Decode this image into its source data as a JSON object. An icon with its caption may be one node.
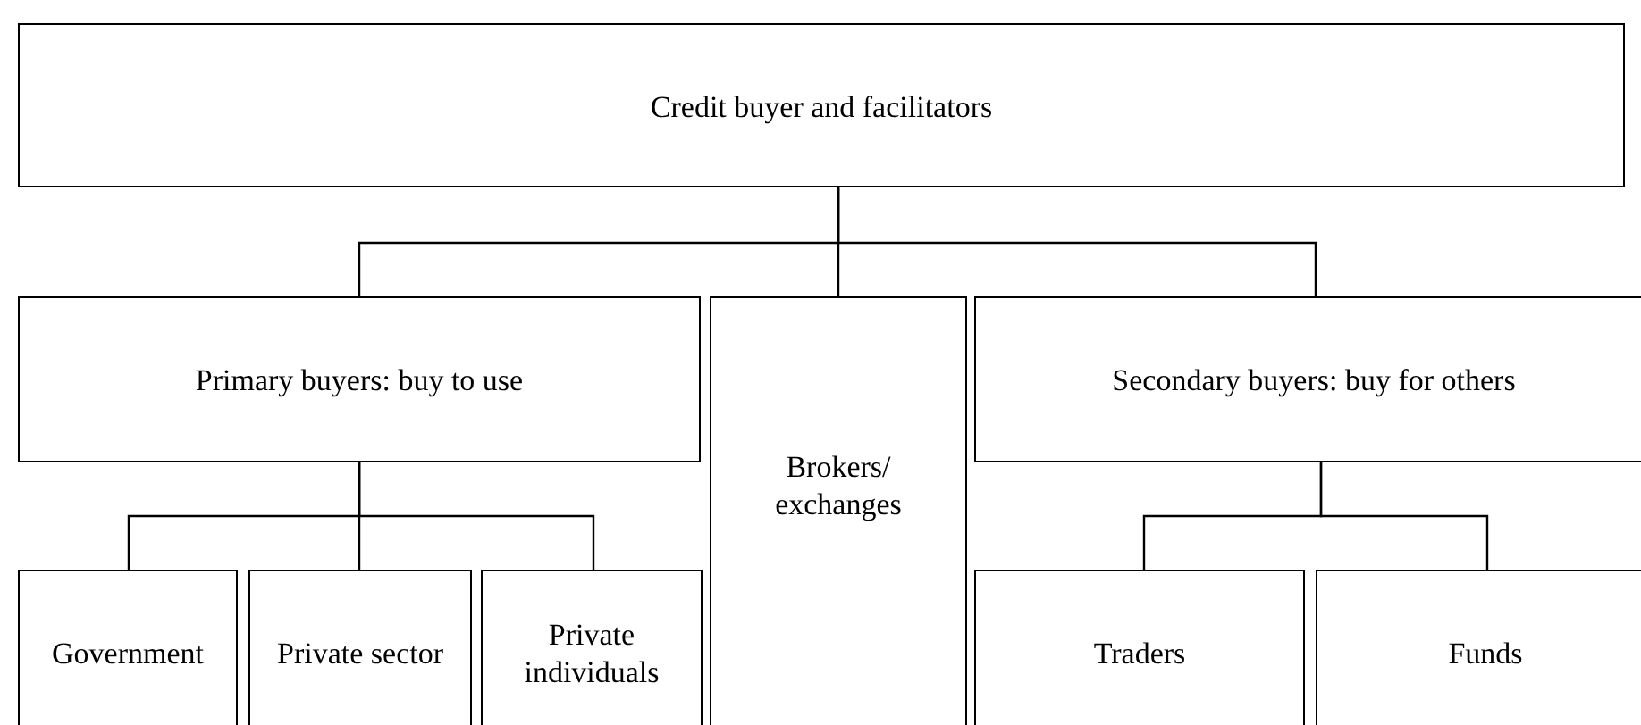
{
  "diagram": {
    "nodes": [
      {
        "text": [
          "Credit buyer and facilitators"
        ]
      },
      {
        "text": [
          "Primary buyers: buy to use"
        ]
      },
      {
        "text": [
          "Brokers/ exchanges"
        ]
      },
      {
        "text": [
          "Secondary buyers: buy for others"
        ]
      },
      {
        "text": [
          "Government"
        ]
      },
      {
        "text": [
          "Private sector"
        ]
      },
      {
        "text": [
          "Private individuals"
        ]
      },
      {
        "text": [
          "Traders"
        ]
      },
      {
        "text": [
          "Funds"
        ]
      }
    ],
    "edges": [
      {
        "from": 0,
        "to": 1,
        "arrow": "none"
      },
      {
        "from": 0,
        "to": 2,
        "arrow": "none"
      },
      {
        "from": 0,
        "to": 3,
        "arrow": "none"
      },
      {
        "from": 1,
        "to": 4,
        "arrow": "none"
      },
      {
        "from": 1,
        "to": 5,
        "arrow": "none"
      },
      {
        "from": 1,
        "to": 6,
        "arrow": "none"
      },
      {
        "from": 3,
        "to": 7,
        "arrow": "none"
      },
      {
        "from": 3,
        "to": 8,
        "arrow": "none"
      }
    ]
  }
}
